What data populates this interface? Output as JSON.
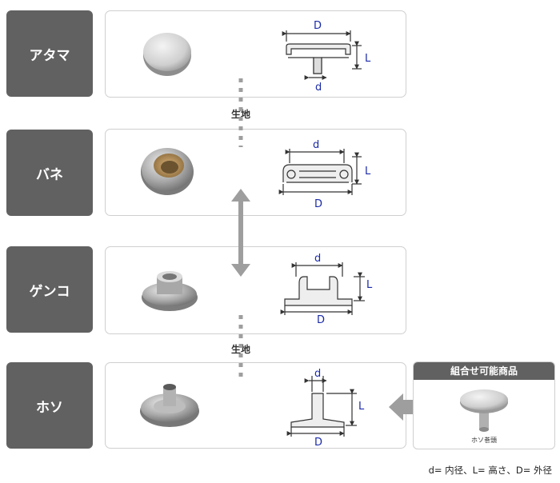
{
  "parts": [
    {
      "name": "アタマ"
    },
    {
      "name": "バネ"
    },
    {
      "name": "ゲンコ"
    },
    {
      "name": "ホソ"
    }
  ],
  "fabric_label": "生地",
  "dims": {
    "D": "D",
    "d": "d",
    "L": "L"
  },
  "combo": {
    "title": "組合せ可能商品",
    "caption": "ホソ巻頭"
  },
  "legend": "d= 内径、L= 高さ、D= 外径",
  "colors": {
    "label_bg": "#616161",
    "dim_text": "#1a2aa8",
    "arrow": "#9e9e9e"
  }
}
